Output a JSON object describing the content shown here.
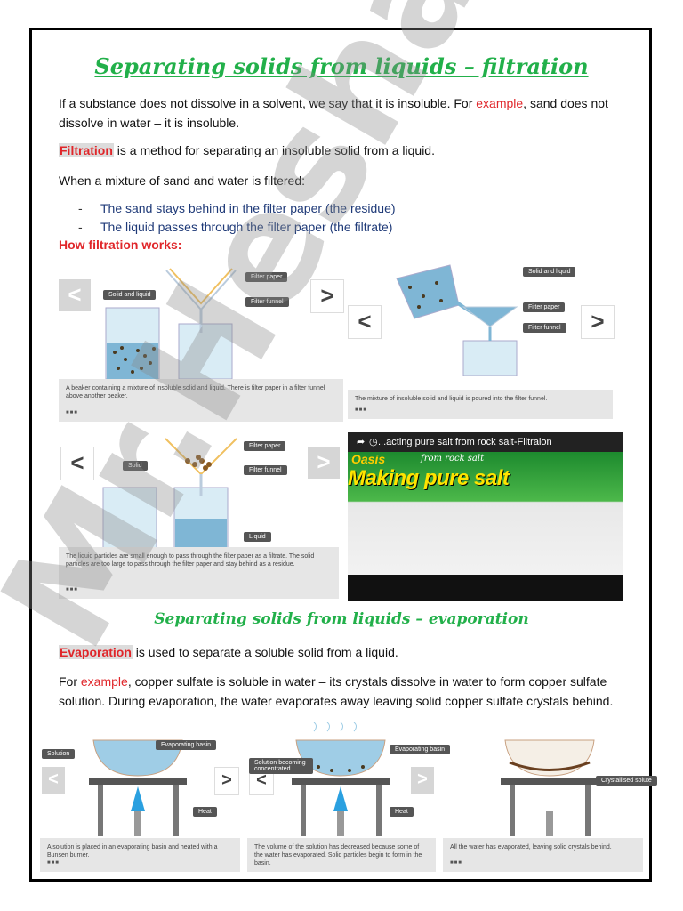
{
  "title": "Separating solids from liquids – filtration",
  "intro": {
    "part1": "If a substance does not dissolve in a solvent, we say that it is insoluble. For ",
    "example": "example",
    "part2": ", sand does not dissolve in water – it is insoluble."
  },
  "filtration_def": {
    "term": "Filtration",
    "text": " is a method for separating an insoluble solid from a liquid."
  },
  "mixture_line": "When a mixture of sand and water is filtered:",
  "bullets": [
    "The sand stays behind in the filter paper (the residue)",
    "The liquid passes through the filter paper (the filtrate)"
  ],
  "how_works": "How filtration works:",
  "panels": {
    "p1": {
      "labels": [
        "Solid and liquid",
        "Filter paper",
        "Filter funnel"
      ],
      "caption": "A beaker containing a mixture of insoluble solid and liquid. There is filter paper in a filter funnel above another beaker."
    },
    "p2": {
      "labels": [
        "Solid and liquid",
        "Filter paper",
        "Filter funnel"
      ],
      "caption": "The mixture of insoluble solid and liquid is poured into the filter funnel."
    },
    "p3": {
      "labels": [
        "Solid",
        "Filter paper",
        "Filter funnel",
        "Liquid"
      ],
      "caption": "The liquid particles are small enough to pass through the filter paper as a filtrate. The solid particles are too large to pass through the filter paper and stay behind as a residue."
    },
    "video": {
      "bar_title": "...acting pure salt from rock salt-Filtraion",
      "headline": "Making pure salt",
      "subtitle": "from rock salt",
      "logo": "Oasis"
    },
    "arrows": {
      "left": "<",
      "right": ">"
    },
    "dots": "■■■"
  },
  "h2": "Separating solids from liquids – evaporation",
  "evap_def": {
    "term": "Evaporation",
    "text": " is used to separate a soluble solid from a liquid."
  },
  "evap_para": {
    "part1": "For ",
    "example": "example",
    "part2": ", copper sulfate is soluble in water – its crystals dissolve in water to form copper sulfate solution. During evaporation, the water evaporates away leaving solid copper sulfate crystals behind."
  },
  "evap_panels": [
    {
      "labels": [
        "Evaporating basin",
        "Solution",
        "Heat"
      ],
      "caption": "A solution is placed in an evaporating basin and heated with a Bunsen burner."
    },
    {
      "labels": [
        "Evaporating basin",
        "Solution becoming concentrated",
        "Heat"
      ],
      "caption": "The volume of the solution has decreased because some of the water has evaporated. Solid particles begin to form in the basin."
    },
    {
      "labels": [
        "Crystallised solute"
      ],
      "caption": "All the water has evaporated, leaving solid crystals behind."
    }
  ],
  "watermark": "Mr.Hesham"
}
